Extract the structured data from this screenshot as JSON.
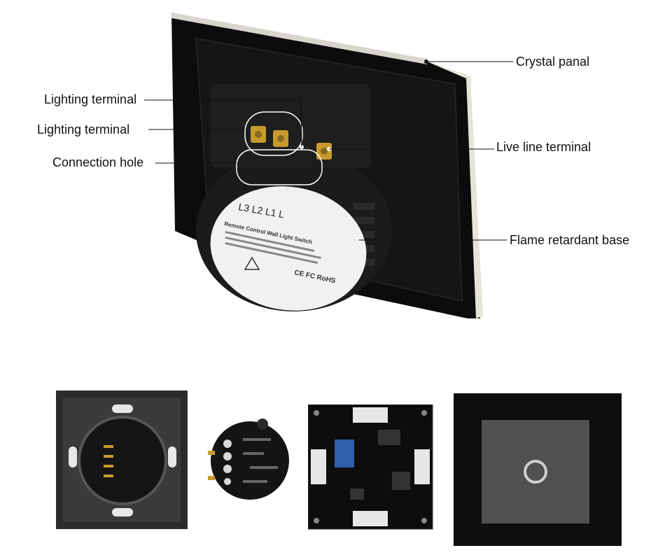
{
  "labels": {
    "crystal_panel": "Crystal panal",
    "lighting_terminal_1": "Lighting terminal",
    "lighting_terminal_2": "Lighting terminal",
    "connection_hole": "Connection hole",
    "live_line_terminal": "Live line terminal",
    "flame_retardant_base": "Flame retardant base"
  },
  "product_label": {
    "terminals": [
      "L3",
      "L2",
      "L1",
      "L"
    ],
    "title": "Remote Control Wall Light Switch",
    "certs": "CE FC RoHS"
  }
}
